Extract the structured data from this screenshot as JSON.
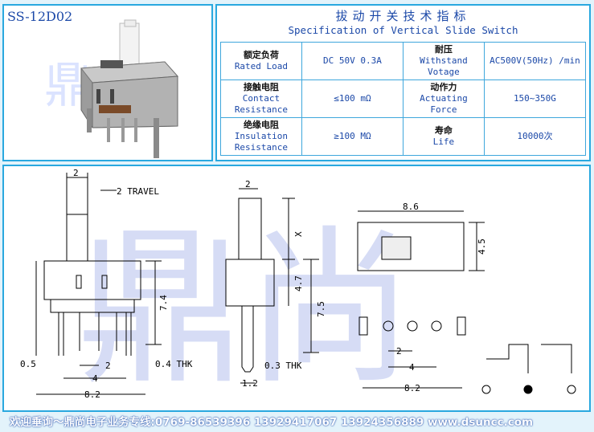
{
  "model": "SS-12D02",
  "watermark": "鼎",
  "watermark_big": "鼎尚",
  "spec": {
    "title_cn": "拔动开关技术指标",
    "title_en": "Specification of Vertical Slide Switch",
    "rows": [
      {
        "l_cn": "额定负荷",
        "l_en": "Rated Load",
        "l_val": "DC 50V 0.3A",
        "r_cn": "耐压",
        "r_en": "Withstand Votage",
        "r_val": "AC500V(50Hz) /min"
      },
      {
        "l_cn": "接触电阻",
        "l_en": "Contact Resistance",
        "l_val": "≤100 mΩ",
        "r_cn": "动作力",
        "r_en": "Actuating Force",
        "r_val": "150~350G"
      },
      {
        "l_cn": "绝缘电阻",
        "l_en": "Insulation Resistance",
        "l_val": "≥100 MΩ",
        "r_cn": "寿命",
        "r_en": "Life",
        "r_val": "10000次"
      }
    ]
  },
  "dims": {
    "front_top_width": "2",
    "travel": "2 TRAVEL",
    "height_74": "7.4",
    "pin_offset": "0.5",
    "pin_spacing": "2",
    "thk_04": "0.4 THK",
    "span_4": "4",
    "width_82": "8.2",
    "side_top_width": "2",
    "x_label": "X",
    "h_47": "4.7",
    "h_75": "7.5",
    "thk_03": "0.3 THK",
    "w_12": "1.2",
    "top_86": "8.6",
    "top_45": "4.5",
    "pcb_2": "2",
    "pcb_4": "4",
    "pcb_82": "8.2"
  },
  "footer": "欢迎垂询～鼎尚电子业务专线:0769-86539396  13929417067 13924356889  www.dsuncc.com"
}
